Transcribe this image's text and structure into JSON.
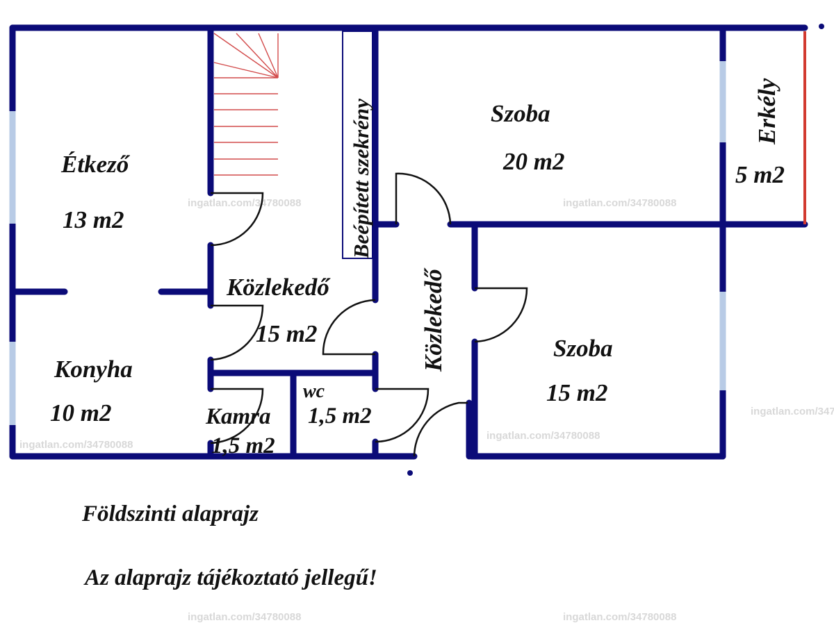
{
  "rooms": {
    "etkezo": {
      "name": "Étkező",
      "area": "13 m2"
    },
    "konyha": {
      "name": "Konyha",
      "area": "10 m2"
    },
    "kozlekedo_1": {
      "name": "Közlekedő",
      "area": "15 m2"
    },
    "kozlekedo_2": {
      "name": "Közlekedő"
    },
    "beepitett": {
      "name": "Beépített szekrény"
    },
    "kamra": {
      "name": "Kamra",
      "area": "1,5 m2"
    },
    "wc": {
      "name": "wc",
      "area": "1,5 m2"
    },
    "szoba_1": {
      "name": "Szoba",
      "area": "20 m2"
    },
    "szoba_2": {
      "name": "Szoba",
      "area": "15 m2"
    },
    "erkely": {
      "name": "Erkély",
      "area": "5 m2"
    }
  },
  "captions": {
    "title": "Földszinti alaprajz",
    "note": "Az alaprajz tájékoztató jellegű!"
  },
  "watermark": "ingatlan.com/34780088",
  "colors": {
    "wall": "#0b0b78",
    "window": "#b8cbe6",
    "balcony": "#d23a30",
    "stairs": "#d24a4a"
  }
}
